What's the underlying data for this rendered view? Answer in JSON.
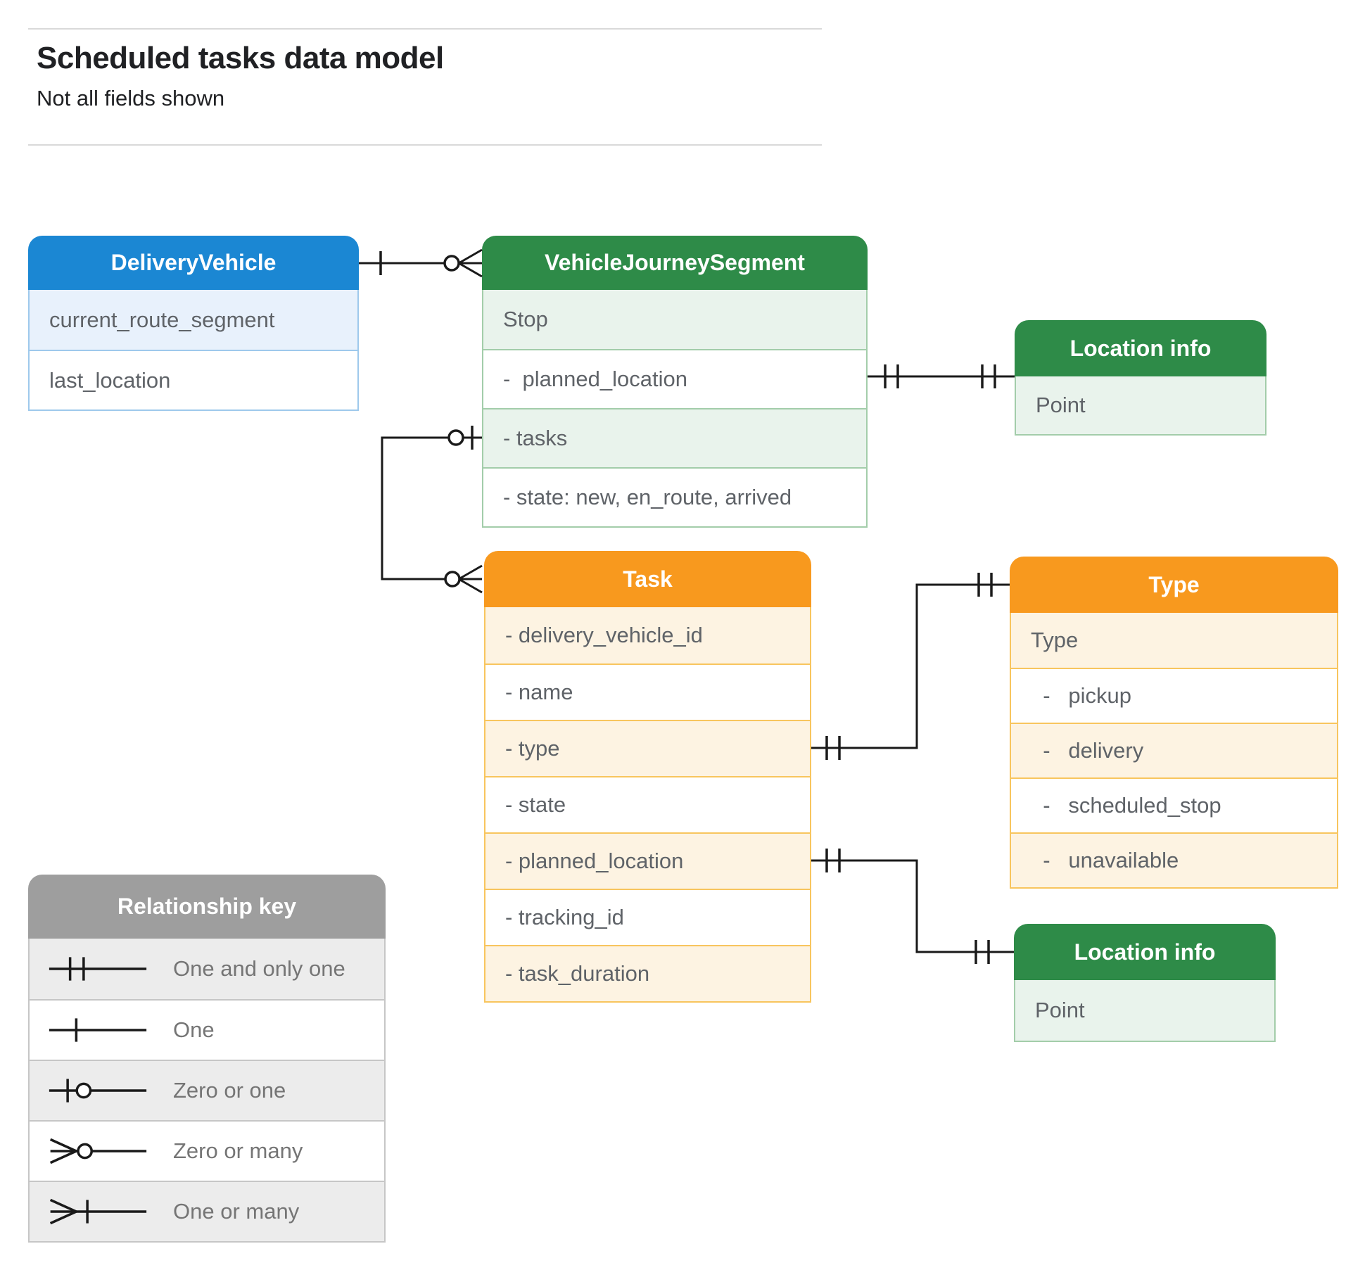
{
  "page": {
    "title": "Scheduled tasks data model",
    "subtitle": "Not all fields shown"
  },
  "entities": [
    {
      "id": "delivery-vehicle",
      "title": "DeliveryVehicle",
      "theme": "blue",
      "rows": [
        {
          "label": "current_route_segment"
        },
        {
          "label": "last_location"
        }
      ]
    },
    {
      "id": "vehicle-journey-segment",
      "title": "VehicleJourneySegment",
      "theme": "green",
      "rows": [
        {
          "label": "Stop"
        },
        {
          "label": "-  planned_location"
        },
        {
          "label": "- tasks"
        },
        {
          "label": "- state: new, en_route, arrived"
        }
      ]
    },
    {
      "id": "location-info-top",
      "title": "Location info",
      "theme": "green",
      "rows": [
        {
          "label": "Point"
        }
      ]
    },
    {
      "id": "task",
      "title": "Task",
      "theme": "orange",
      "rows": [
        {
          "label": "- delivery_vehicle_id"
        },
        {
          "label": "- name"
        },
        {
          "label": "- type"
        },
        {
          "label": "- state"
        },
        {
          "label": "- planned_location"
        },
        {
          "label": "- tracking_id"
        },
        {
          "label": "- task_duration"
        }
      ]
    },
    {
      "id": "type",
      "title": "Type",
      "theme": "orange",
      "rows": [
        {
          "label": "Type"
        },
        {
          "label": "  -   pickup"
        },
        {
          "label": "  -   delivery"
        },
        {
          "label": "  -   scheduled_stop"
        },
        {
          "label": "  -   unavailable"
        }
      ]
    },
    {
      "id": "location-info-bottom",
      "title": "Location info",
      "theme": "green",
      "rows": [
        {
          "label": "Point"
        }
      ]
    }
  ],
  "relationships": [
    {
      "id": "c1",
      "from": "DeliveryVehicle",
      "to": "VehicleJourneySegment",
      "from_cardinality": "one",
      "to_cardinality": "zero-or-many"
    },
    {
      "id": "c2",
      "from": "VehicleJourneySegment.tasks",
      "to": "Task",
      "from_cardinality": "zero-or-one",
      "to_cardinality": "zero-or-many"
    },
    {
      "id": "c3",
      "from": "VehicleJourneySegment.planned_location",
      "to": "Location info",
      "from_cardinality": "one-and-only-one",
      "to_cardinality": "one-and-only-one"
    },
    {
      "id": "c4",
      "from": "Task.type",
      "to": "Type",
      "from_cardinality": "one-and-only-one",
      "to_cardinality": "one-and-only-one"
    },
    {
      "id": "c5",
      "from": "Task.planned_location",
      "to": "Location info",
      "from_cardinality": "one-and-only-one",
      "to_cardinality": "one-and-only-one"
    }
  ],
  "legend": {
    "title": "Relationship key",
    "rows": [
      {
        "symbol": "one-and-only-one",
        "label": "One and only one"
      },
      {
        "symbol": "one",
        "label": "One"
      },
      {
        "symbol": "zero-or-one",
        "label": "Zero or one"
      },
      {
        "symbol": "zero-or-many",
        "label": "Zero or many"
      },
      {
        "symbol": "one-or-many",
        "label": "One or many"
      }
    ]
  },
  "colors": {
    "blue": "#1b87d3",
    "blue_tint": "#e8f1fc",
    "blue_border": "#9ec9ec",
    "green": "#2e8b48",
    "green_tint": "#e9f3ec",
    "green_border": "#a3cdaa",
    "orange": "#f8991e",
    "orange_tint": "#fdf3e2",
    "orange_border": "#f8c55e",
    "gray": "#9e9e9e",
    "gray_tint": "#ececec",
    "gray_border": "#c6c6c6",
    "line": "#1a1a1a",
    "divider": "#d9d9d9",
    "title_text": "#202124",
    "row_text": "#5f6368",
    "legend_text": "#757575"
  }
}
